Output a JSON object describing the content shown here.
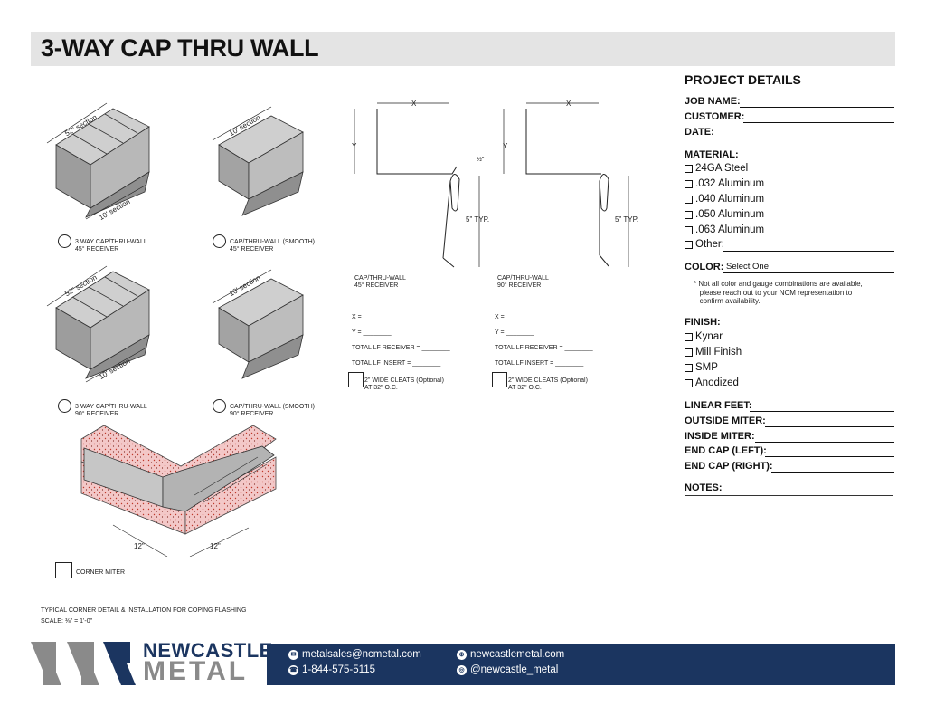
{
  "title": "3-WAY CAP THRU WALL",
  "drawings": {
    "iso1": {
      "label": "3 WAY CAP/THRU-WALL\n45° RECEIVER",
      "dim_top": "52\" section",
      "dim_bottom": "10' section"
    },
    "iso2": {
      "label": "CAP/THRU-WALL (SMOOTH)\n45° RECEIVER",
      "dim_top": "10' section"
    },
    "iso3": {
      "label": "3 WAY CAP/THRU-WALL\n90° RECEIVER",
      "dim_top": "52\" section",
      "dim_bottom": "10' section"
    },
    "iso4": {
      "label": "CAP/THRU-WALL (SMOOTH)\n90° RECEIVER",
      "dim_top": "10' section"
    },
    "corner": {
      "label": "CORNER MITER",
      "dim_left": "12\"",
      "dim_right": "12\""
    },
    "detail_caption": "TYPICAL CORNER DETAIL & INSTALLATION FOR COPING FLASHING",
    "scale": "SCALE: ⅜\" = 1'-0\""
  },
  "profiles": [
    {
      "x_label": "X",
      "y_label": "Y",
      "typ": "5\" TYP.",
      "half": "½\"",
      "caption": "CAP/THRU-WALL\n45° RECEIVER",
      "x_field": "X = ________",
      "y_field": "Y = ________",
      "total_receiver": "TOTAL LF RECEIVER = ________",
      "total_insert": "TOTAL LF INSERT  = ________",
      "cleats": "2\" WIDE CLEATS (Optional)\nAT 32\" O.C."
    },
    {
      "x_label": "X",
      "y_label": "Y",
      "typ": "5\" TYP.",
      "caption": "CAP/THRU-WALL\n90° RECEIVER",
      "x_field": "X = ________",
      "y_field": "Y = ________",
      "total_receiver": "TOTAL LF RECEIVER = ________",
      "total_insert": "TOTAL LF INSERT  = ________",
      "cleats": "2\" WIDE CLEATS (Optional)\nAT 32\" O.C."
    }
  ],
  "project": {
    "heading": "PROJECT DETAILS",
    "job_name": "JOB NAME:",
    "customer": "CUSTOMER:",
    "date": "DATE:",
    "material_heading": "MATERIAL:",
    "materials": [
      "24GA Steel",
      ".032 Aluminum",
      ".040 Aluminum",
      ".050 Aluminum",
      ".063 Aluminum",
      "Other:"
    ],
    "color_label": "COLOR:",
    "color_value": "Select One",
    "color_note": "* Not all color and gauge combinations are available,\n   please reach out to your NCM representation to\n   confirm availability.",
    "finish_heading": "FINISH:",
    "finishes": [
      "Kynar",
      "Mill Finish",
      "SMP",
      "Anodized"
    ],
    "linear_feet": "LINEAR FEET:",
    "outside_miter": "OUTSIDE MITER:",
    "inside_miter": "INSIDE MITER:",
    "end_cap_left": "END CAP (LEFT):",
    "end_cap_right": "END CAP (RIGHT):",
    "notes": "NOTES:"
  },
  "footer": {
    "brand_line1": "NEWCASTLE",
    "brand_line2": "METAL",
    "email": "metalsales@ncmetal.com",
    "phone": "1-844-575-5115",
    "website": "newcastlemetal.com",
    "instagram": "@newcastle_metal",
    "colors": {
      "navy": "#1b3560",
      "gray": "#8a8a8a"
    }
  }
}
